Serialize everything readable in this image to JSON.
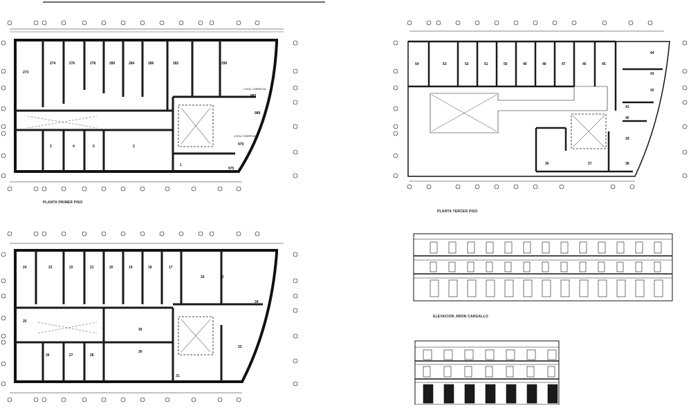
{
  "titles": {
    "plan_first": "PLANTA  PRIMER PISO",
    "plan_third": "PLANTA  TERCER PISO",
    "elevation_front": "ELEVACION JIRON CARGALLO"
  },
  "plans": {
    "first": {
      "rooms": [
        "274",
        "276",
        "278",
        "280",
        "284",
        "286",
        "282",
        "290",
        "273",
        "3",
        "4",
        "5",
        "2",
        "1",
        "979",
        "983",
        "975",
        "989"
      ],
      "notes": [
        "LOCAL COMERCIAL",
        "LOCAL COMERCIAL"
      ]
    },
    "second": {
      "rooms": [
        "24",
        "23",
        "22",
        "21",
        "20",
        "19",
        "18",
        "17",
        "16",
        "15",
        "25",
        "39",
        "30",
        "26",
        "27",
        "28",
        "31",
        "33",
        "34"
      ]
    },
    "third": {
      "rooms": [
        "54",
        "53",
        "52",
        "51",
        "50",
        "49",
        "48",
        "47",
        "46",
        "45",
        "44",
        "43",
        "42",
        "41",
        "40",
        "39",
        "38",
        "37",
        "36"
      ]
    }
  },
  "colors": {
    "ink": "#111111",
    "wall": "#1a1a1a",
    "paper": "#ffffff"
  }
}
